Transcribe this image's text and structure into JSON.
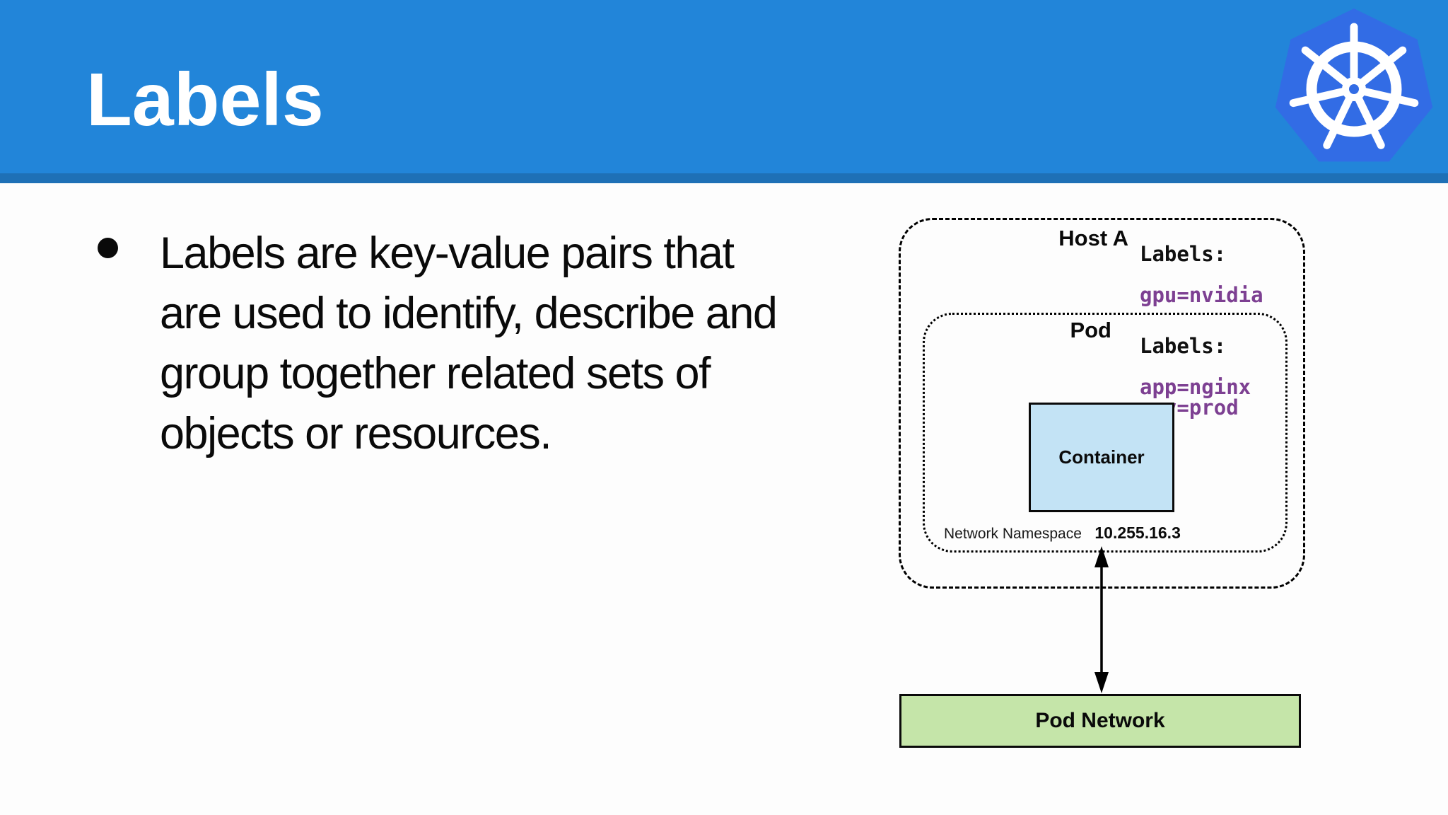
{
  "slide": {
    "title": "Labels",
    "bullet_text": "Labels are key-value pairs that\nare used to identify, describe and\ngroup together related sets of\nobjects or resources.",
    "logo_name": "kubernetes-helm-logo"
  },
  "diagram": {
    "host": {
      "name": "Host A",
      "labels_title": "Labels:",
      "labels": "gpu=nvidia"
    },
    "pod": {
      "name": "Pod",
      "labels_title": "Labels:",
      "labels": "app=nginx\nenv=prod",
      "network_namespace_label": "Network Namespace",
      "ip": "10.255.16.3"
    },
    "container": {
      "name": "Container"
    },
    "pod_network": {
      "name": "Pod Network"
    }
  },
  "colors": {
    "header_blue": "#2285d9",
    "header_strip_blue": "#1e70b6",
    "logo_blue": "#326ce5",
    "label_purple": "#7d4092",
    "container_fill": "#c3e3f5",
    "pod_network_fill": "#c5e5a9"
  }
}
